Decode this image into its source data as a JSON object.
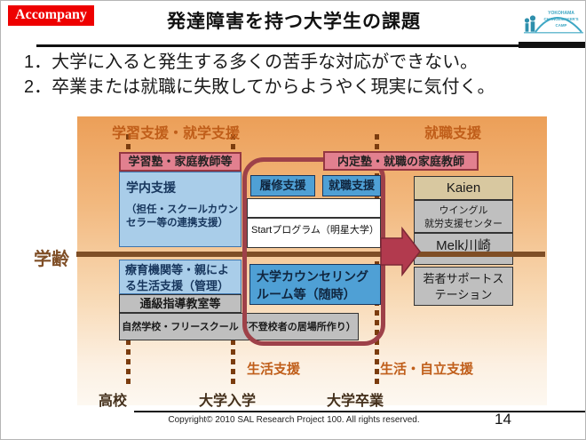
{
  "header": {
    "brand": "Accompany",
    "title": "発達障害を持つ大学生の課題",
    "logo": {
      "line1": "YOKOHAMA",
      "line2": "CHANGEMAKER'S",
      "line3": "CAMP"
    }
  },
  "intro": {
    "line1": "1．大学に入ると発生する多くの苦手な対応ができない。",
    "line2": "2．卒業または就職に失敗してからようやく現実に気付く。"
  },
  "diagram": {
    "axis_label": "学齢",
    "labels": {
      "study_support": "学習支援・就学支援",
      "job_support": "就職支援",
      "life_support": "生活支援",
      "life_independence_support": "生活・自立支援"
    },
    "timeline": {
      "highschool": "高校",
      "univ_entry": "大学入学",
      "univ_grad": "大学卒業"
    },
    "left": {
      "juku": "学習塾・家庭教師等",
      "campus_title": "学内支援",
      "campus_sub_lines": [
        "（担任・スクールカウン",
        "セラー等の連携支援）"
      ],
      "ryoiku_lines": [
        "療育機関等・親によ",
        "る生活支援（管理）"
      ],
      "tsukyu": "通級指導教室等",
      "freeschool": "自然学校・フリースクール（不登校者の居場所作り）"
    },
    "center": {
      "risyu": "履修支援",
      "shushoku": "就職支援",
      "start_program": "Startプログラム（明星大学）",
      "counseling_lines": [
        "大学カウンセリング",
        "ルーム等（随時）"
      ],
      "naitei": "内定塾・就職の家庭教師"
    },
    "right": {
      "kaien": "Kaien",
      "wingle_lines": [
        "ウイングル",
        "就労支援センター"
      ],
      "melk": "Melk川崎",
      "wakamono_lines": [
        "若者サポートス",
        "テーション"
      ]
    }
  },
  "footer": {
    "copyright": "Copyright©  2010 SAL Research Project 100. All rights reserved.",
    "page": "14"
  },
  "colors": {
    "brand_red": "#ee0000",
    "logo_cyan": "#3ea7c4",
    "accent_orange": "#c05e1a",
    "axis_brown": "#7f4e26",
    "dash_brown": "#7b3c0e",
    "maroon_frame": "#9e4149",
    "arrow_red": "#b23a4e",
    "blue": "#4fa0d5",
    "light_blue": "#a9cde9",
    "pink": "#e2808f",
    "gray": "#bfbfbf",
    "tan": "#d8c8a0"
  }
}
